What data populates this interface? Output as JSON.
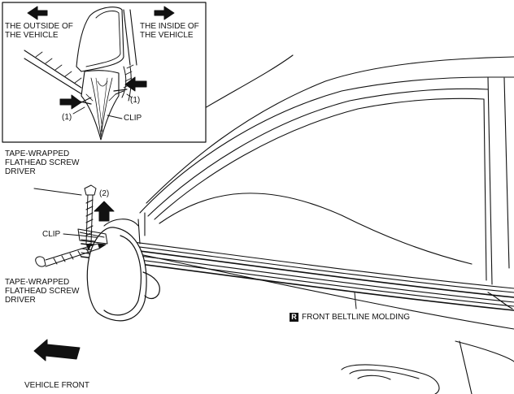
{
  "inset": {
    "outside_label": "THE OUTSIDE OF\nTHE VEHICLE",
    "inside_label": "THE INSIDE OF\nTHE VEHICLE",
    "callout_1_left": "(1)",
    "callout_1_right": "(1)",
    "clip_label": "CLIP"
  },
  "main": {
    "tool_upper_label": "TAPE-WRAPPED\nFLATHEAD SCREW\nDRIVER",
    "tool_lower_label": "TAPE-WRAPPED\nFLATHEAD SCREW\nDRIVER",
    "callout_2": "(2)",
    "clip_label": "CLIP",
    "part_badge": "R",
    "part_label": "FRONT BELTLINE MOLDING",
    "direction_label": "VEHICLE FRONT"
  }
}
